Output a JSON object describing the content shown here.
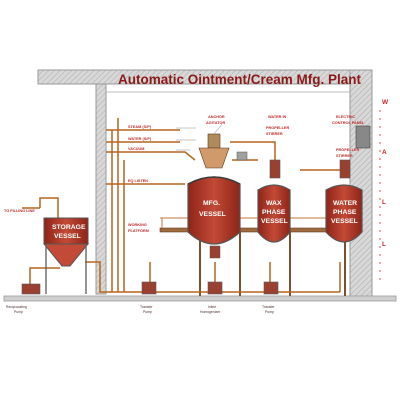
{
  "title": "Automatic Ointment/Cream Mfg. Plant",
  "vessels": {
    "storage": [
      "STORAGE",
      "VESSEL"
    ],
    "mfg": [
      "MFG.",
      "VESSEL"
    ],
    "wax": [
      "WAX",
      "PHASE",
      "VESSEL"
    ],
    "water": [
      "WATER",
      "PHASE",
      "VESSEL"
    ]
  },
  "callouts": {
    "steam": "STEAM (S/P)",
    "water_sp": "WATER (S/P)",
    "vacuum": "VACUUM",
    "eq_listen": "EQ LISTEN",
    "anchor_agitator": [
      "ANCHOR",
      "AGITATOR"
    ],
    "water_in": [
      "WATER IN"
    ],
    "propeller_stirrer_1": [
      "PROPELLER",
      "STIRRER"
    ],
    "electric_control_panel": [
      "ELECTRIC",
      "CONTROL PANEL"
    ],
    "propeller_stirrer_2": [
      "PROPELLER",
      "STIRRER"
    ],
    "working_platform": [
      "WORKING",
      "PLATFORM"
    ],
    "to_filling_line": "TO FILLING LINE"
  },
  "bottom_labels": {
    "reciprocating_pump": [
      "Reciprocating",
      "Pump"
    ],
    "transfer_pump_1": [
      "Transfer",
      "Pump"
    ],
    "inline_homogenizer": [
      "Inline",
      "Homogenizer"
    ],
    "transfer_pump_2": [
      "Transfer",
      "Pump"
    ]
  },
  "wall_letters": [
    "W",
    "A",
    "L",
    "L"
  ],
  "colors": {
    "structure": "#a8a8a8",
    "pipe": "#b5651d",
    "vessel_body": "#a83222",
    "vessel_outline": "#555555",
    "title": "#8a1a1a",
    "label": "#c62828",
    "floor": "#cfcfcf"
  }
}
